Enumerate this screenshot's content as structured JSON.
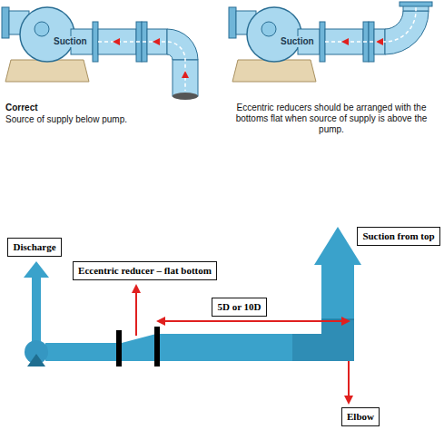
{
  "diagram": {
    "nodes": [
      {
        "text": [
          "Suction from top"
        ]
      },
      {
        "text": [
          "Discharge"
        ]
      },
      {
        "text": [
          "Eccentric reducer – flat bottom"
        ]
      },
      {
        "text": [
          "5D or 10D"
        ]
      },
      {
        "text": [
          "Elbow"
        ]
      }
    ],
    "labels": [
      "Suction",
      "Suction",
      "Correct",
      "Source of supply below pump.",
      "Eccentric reducers should be arranged with the bottoms flat when source of supply is above the pump."
    ]
  }
}
